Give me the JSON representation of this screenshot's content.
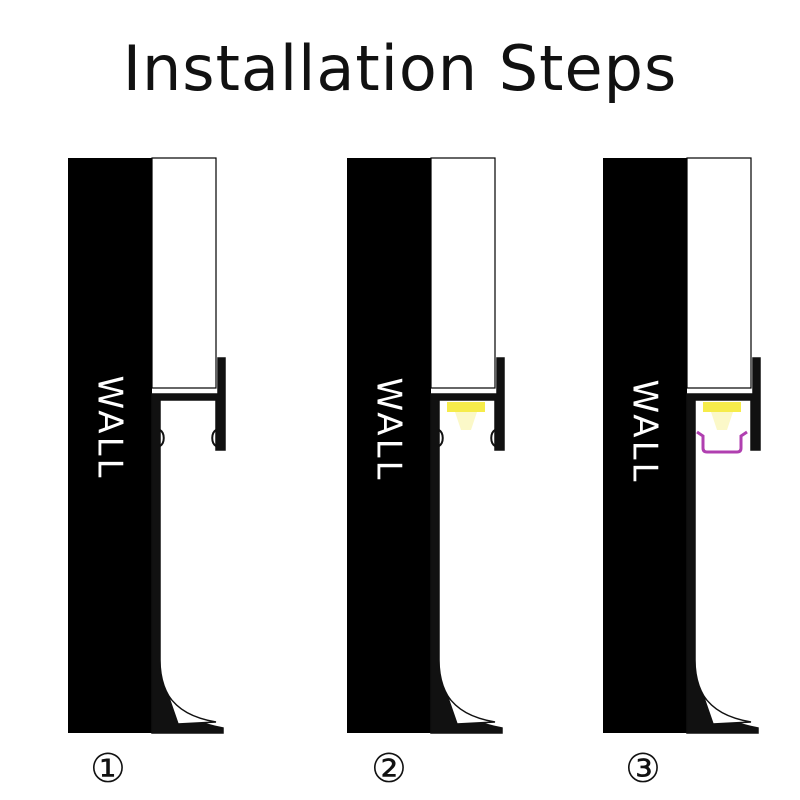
{
  "title": "Installation Steps",
  "steps": [
    {
      "number": "①",
      "wall_label": "WALL",
      "components": [
        "wall",
        "drywall-board",
        "skirting-profile"
      ]
    },
    {
      "number": "②",
      "wall_label": "WALL",
      "components": [
        "wall",
        "drywall-board",
        "skirting-profile",
        "led-strip"
      ]
    },
    {
      "number": "③",
      "wall_label": "WALL",
      "components": [
        "wall",
        "drywall-board",
        "skirting-profile",
        "led-strip",
        "diffuser-cover"
      ]
    }
  ],
  "colors": {
    "wall": "#000000",
    "board": "#ffffff",
    "profile": "#1a1a1a",
    "led": "#f6ec4a",
    "led_glow": "#fbf8c8",
    "diffuser": "#b03fb0"
  }
}
